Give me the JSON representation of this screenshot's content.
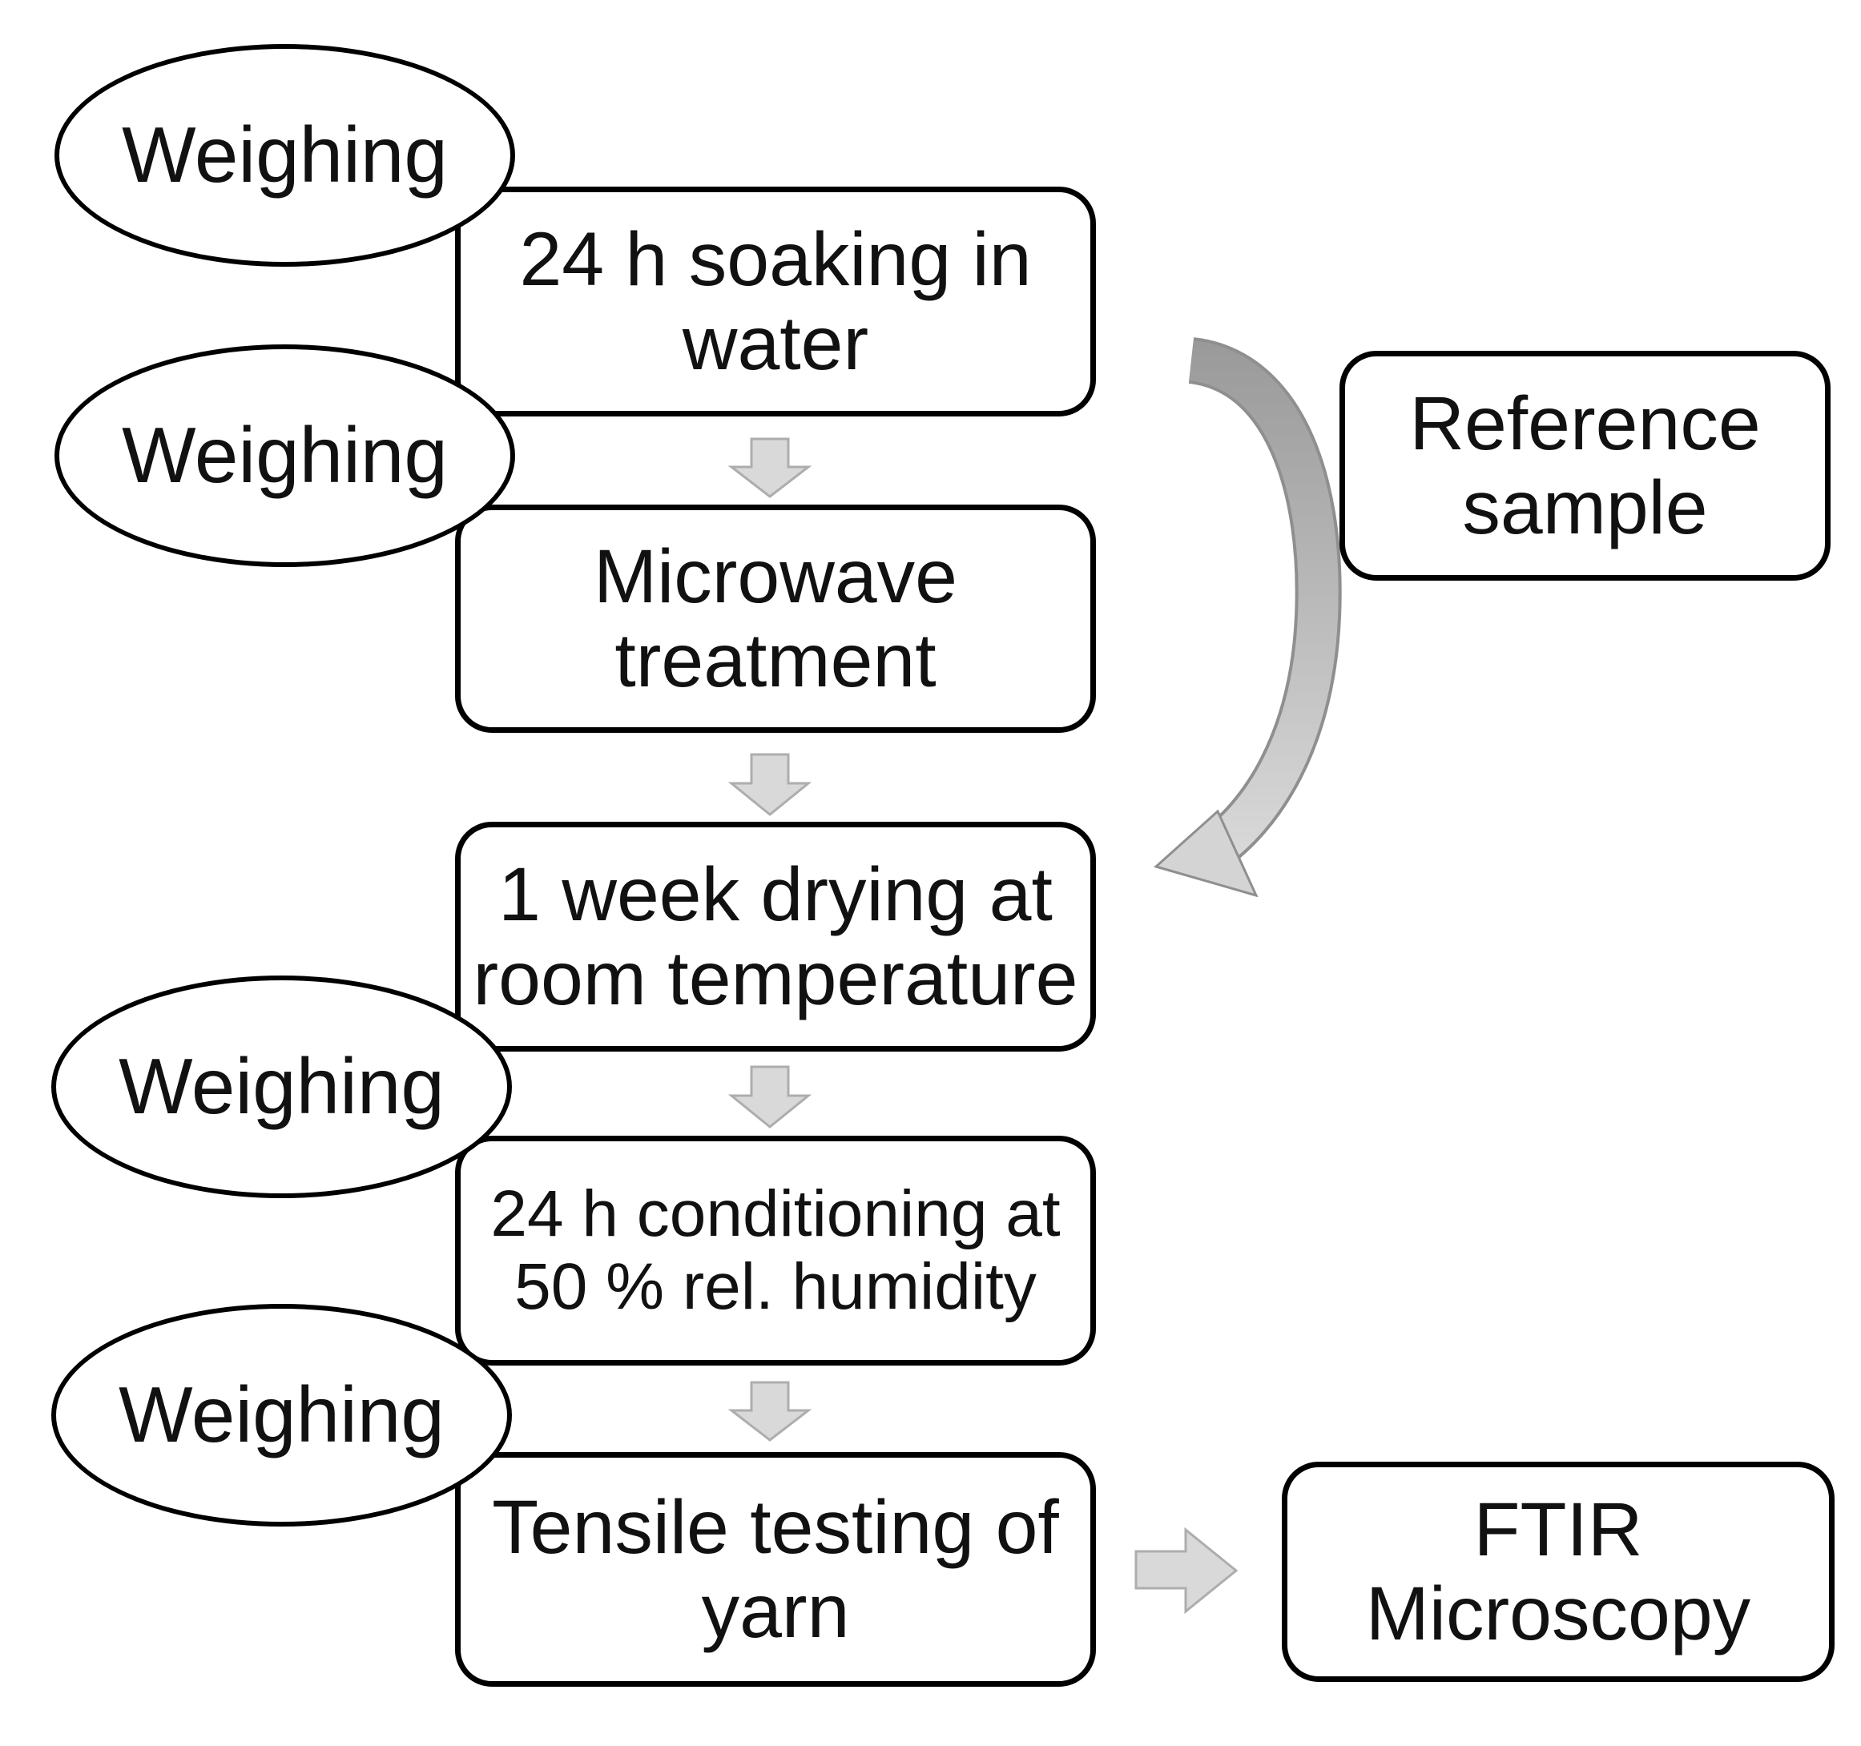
{
  "figure": {
    "type": "flowchart",
    "description_visible_text_only": true
  },
  "ellipses": [
    {
      "label": "Weighing"
    },
    {
      "label": "Weighing"
    },
    {
      "label": "Weighing"
    },
    {
      "label": "Weighing"
    }
  ],
  "boxes": {
    "soaking": {
      "lines": [
        "24 h soaking in",
        "water"
      ]
    },
    "microwave": {
      "lines": [
        "Microwave",
        "treatment"
      ]
    },
    "drying": {
      "lines": [
        "1 week drying at",
        "room temperature"
      ]
    },
    "conditioning": {
      "lines": [
        "24 h conditioning at",
        "50 % rel. humidity"
      ]
    },
    "tensile": {
      "lines": [
        "Tensile testing of",
        "yarn"
      ]
    },
    "reference": {
      "lines": [
        "Reference",
        "sample"
      ]
    },
    "ftir": {
      "lines": [
        "FTIR",
        "Microscopy"
      ]
    }
  },
  "arrows": {
    "down_arrows_between_process_boxes": 4,
    "right_arrow_tensile_to_ftir": "right-block-arrow",
    "curved_arrow_reference_to_drying": "curved-arrow"
  },
  "colors": {
    "background": "#ffffff",
    "shape_border": "#000000",
    "text": "#111111",
    "block_arrow_fill": "#d9d9d9",
    "block_arrow_stroke": "#adadad",
    "curved_arrow_dark": "#9a9a9a",
    "curved_arrow_light": "#dcdcdc"
  }
}
